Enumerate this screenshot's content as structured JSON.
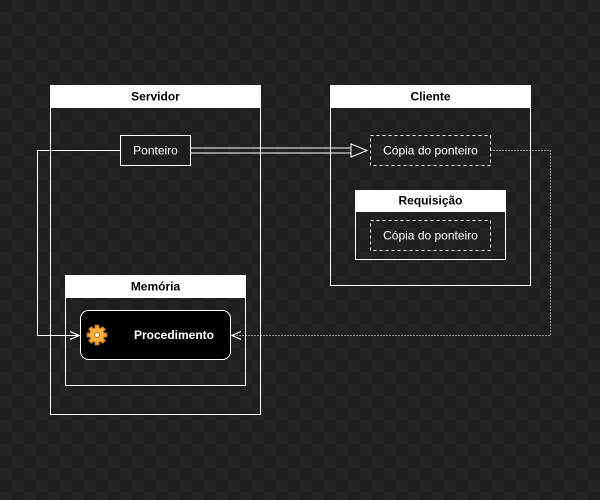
{
  "diagram": {
    "servidor": {
      "title": "Servidor"
    },
    "cliente": {
      "title": "Cliente"
    },
    "ponteiro": {
      "label": "Ponteiro"
    },
    "copia_cliente": {
      "label": "Cópia do ponteiro"
    },
    "requisicao": {
      "title": "Requisição",
      "copia": "Cópia do ponteiro"
    },
    "memoria": {
      "title": "Memória"
    },
    "procedimento": {
      "label": "Procedimento",
      "icon": "gear-icon"
    }
  },
  "colors": {
    "background": "#1e1e1e",
    "stroke": "#ffffff",
    "header_fill": "#ffffff",
    "header_text": "#000000",
    "gear": "#f0a030"
  }
}
